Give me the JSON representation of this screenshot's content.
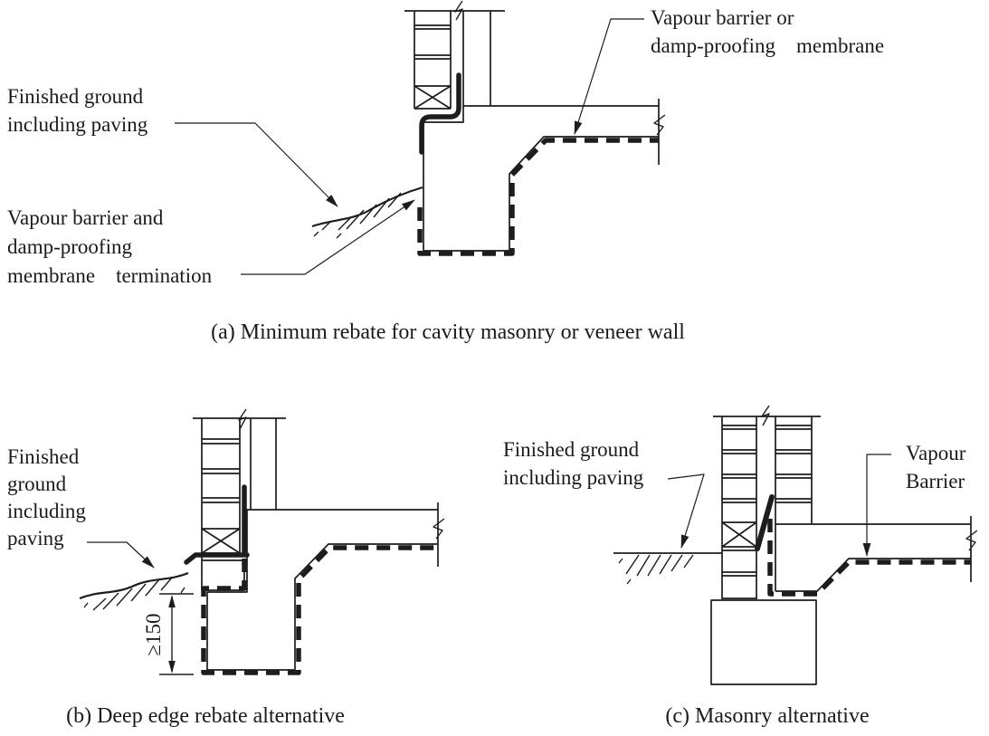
{
  "figure": {
    "colors": {
      "background": "#ffffff",
      "line": "#1d1d1b",
      "text": "#1b1b1b"
    },
    "diagram_a": {
      "caption": "(a) Minimum rebate for cavity masonry or veneer wall",
      "label_vapour_barrier_line1": "Vapour barrier or",
      "label_vapour_barrier_line2": "damp-proofing    membrane",
      "label_finished_ground_line1": "Finished ground",
      "label_finished_ground_line2": "including paving",
      "label_termination_line1": "Vapour barrier and",
      "label_termination_line2": "damp-proofing",
      "label_termination_line3": "membrane    termination"
    },
    "diagram_b": {
      "caption": "(b) Deep edge rebate alternative",
      "label_finished_ground_line1": "Finished",
      "label_finished_ground_line2": "ground",
      "label_finished_ground_line3": "including",
      "label_finished_ground_line4": "paving",
      "dimension_min_depth": "≥150"
    },
    "diagram_c": {
      "caption": "(c) Masonry alternative",
      "label_finished_ground_line1": "Finished ground",
      "label_finished_ground_line2": "including paving",
      "label_vapour_barrier_line1": "Vapour",
      "label_vapour_barrier_line2": "Barrier"
    }
  }
}
